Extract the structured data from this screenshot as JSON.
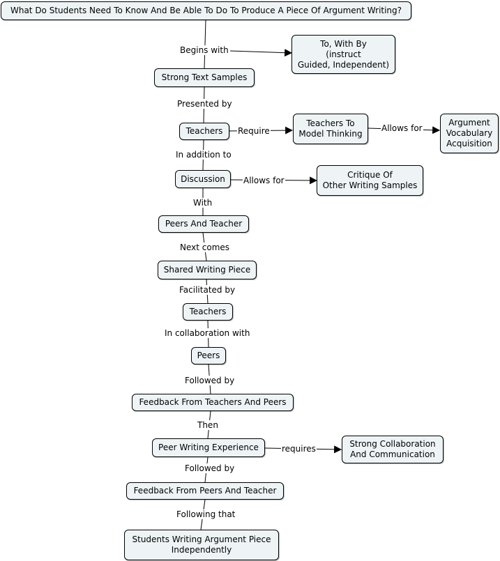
{
  "map": {
    "line_color": "#000000",
    "node_fill": "#eef4f6",
    "nodes": {
      "root": "What Do Students Need To Know And Be Able To Do To Produce A Piece Of Argument Writing?",
      "to_with_by": "To, With By\n(instruct\nGuided, Independent)",
      "strong_text": "Strong Text Samples",
      "teachers_1": "Teachers",
      "model_thinking": "Teachers To\nModel Thinking",
      "vocab": "Argument\nVocabulary\nAcquisition",
      "discussion": "Discussion",
      "critique": "Critique Of\nOther Writing Samples",
      "peers_teacher": "Peers And Teacher",
      "shared_writing": "Shared Writing Piece",
      "teachers_2": "Teachers",
      "peers": "Peers",
      "feedback_1": "Feedback From Teachers And Peers",
      "peer_writing": "Peer Writing Experience",
      "collab": "Strong Collaboration\nAnd Communication",
      "feedback_2": "Feedback From Peers And Teacher",
      "independent": "Students Writing Argument Piece\nIndependently"
    },
    "links": {
      "begins_with": "Begins with",
      "presented_by": "Presented by",
      "require": "Require",
      "allows_for_1": "Allows for",
      "in_addition_to": "In addition to",
      "allows_for_2": "Allows for",
      "with": "With",
      "next_comes": "Next comes",
      "facilitated_by": "Facilitated by",
      "in_collaboration_with": "In collaboration with",
      "followed_by_1": "Followed by",
      "then": "Then",
      "requires": "requires",
      "followed_by_2": "Followed by",
      "following_that": "Following that"
    }
  }
}
